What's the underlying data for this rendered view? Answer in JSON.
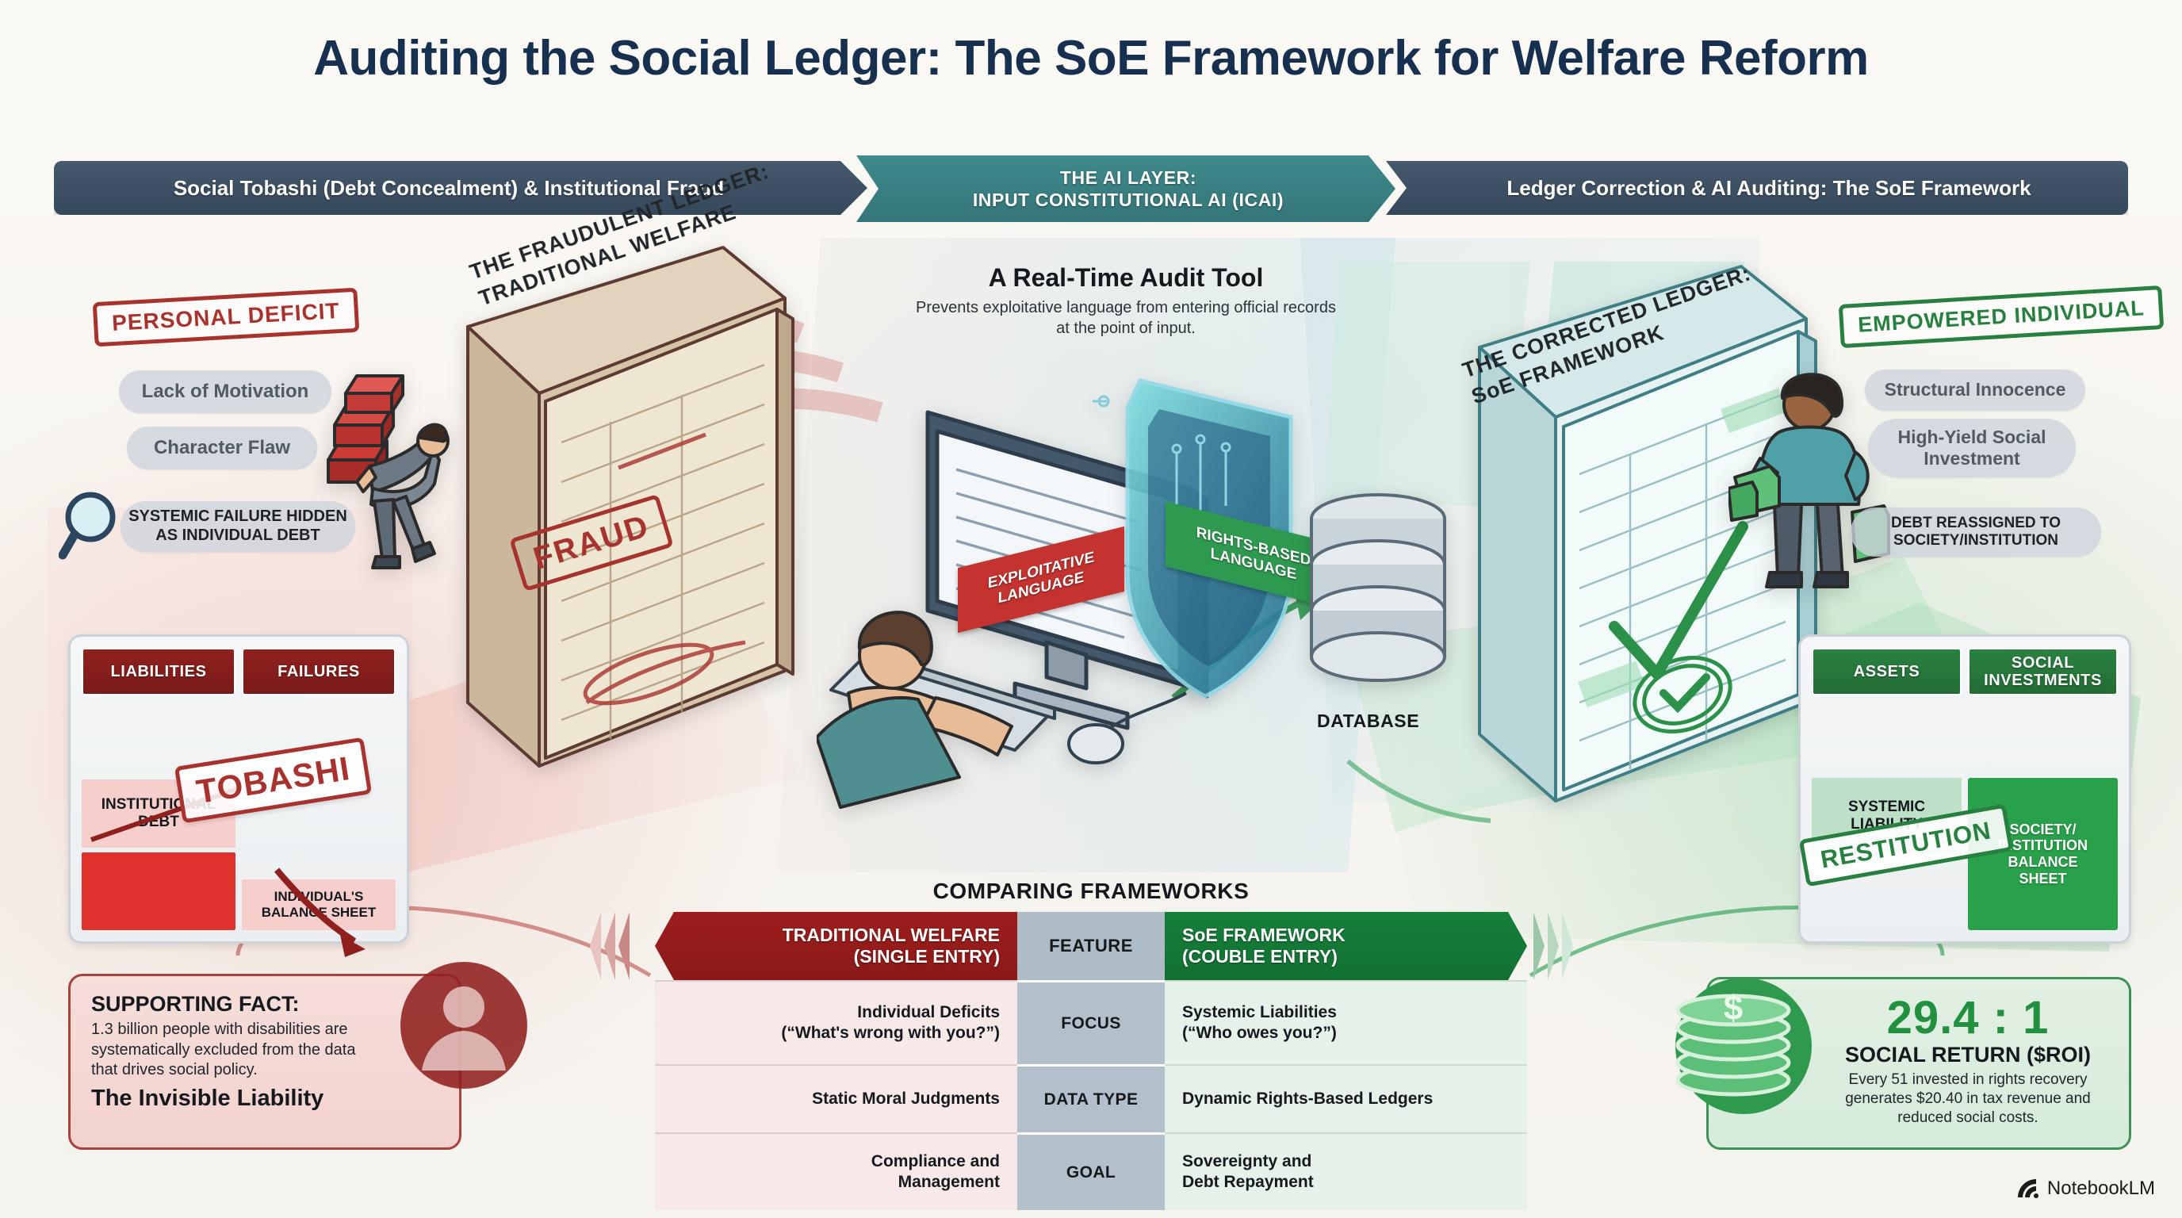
{
  "headline": "Auditing the Social Ledger: The SoE Framework for Welfare Reform",
  "banners": {
    "left": "Social Tobashi (Debt Concealment) & Institutional Fraud",
    "mid_line1": "THE AI LAYER:",
    "mid_line2": "INPUT CONSTITUTIONAL AI (ICAI)",
    "right": "Ledger Correction & AI Auditing: The SoE Framework"
  },
  "left_panel": {
    "stamp": "PERSONAL DEFICIT",
    "pills": [
      "Lack of Motivation",
      "Character Flaw"
    ],
    "callout_line1": "SYSTEMIC FAILURE HIDDEN",
    "callout_line2": "AS INDIVIDUAL DEBT",
    "magnifier_icon": "magnifying-glass-icon",
    "balance_sheet": {
      "head_left": "LIABILITIES",
      "head_right": "FAILURES",
      "cell_left": "INSTITUTIONAL DEBT",
      "stamp": "TOBASHI",
      "cell_right_line1": "INDIVIDUAL'S",
      "cell_right_line2": "BALANCE SHEET"
    },
    "fact": {
      "title": "SUPPORTING FACT:",
      "body": "1.3 billion people with disabilities are systematically excluded from the data that drives social policy.",
      "footer": "The Invisible Liability"
    },
    "book": {
      "title_line1": "THE FRAUDULENT LEDGER:",
      "title_line2": "TRADITIONAL WELFARE",
      "stamp": "FRAUD"
    }
  },
  "center_panel": {
    "title": "A Real-Time Audit Tool",
    "subtitle": "Prevents exploitative language from entering official records at the point of input.",
    "ribbon_red_line1": "EXPLOITATIVE",
    "ribbon_red_line2": "LANGUAGE",
    "ribbon_green_line1": "RIGHTS-BASED",
    "ribbon_green_line2": "LANGUAGE",
    "database_label": "DATABASE",
    "shield_icon": "shield-icon",
    "monitor_icon": "desktop-monitor-icon",
    "keyboard_icon": "keyboard-icon",
    "mouse_icon": "mouse-icon",
    "database_icon": "database-cylinder-icon"
  },
  "right_panel": {
    "stamp": "EMPOWERED INDIVIDUAL",
    "pills": [
      "Structural Innocence",
      "High-Yield Social Investment"
    ],
    "callout_line1": "DEBT REASSIGNED TO",
    "callout_line2": "SOCIETY/INSTITUTION",
    "balance_sheet": {
      "head_left": "ASSETS",
      "head_right_line1": "SOCIAL",
      "head_right_line2": "INVESTMENTS",
      "cell_left_line1": "SYSTEMIC",
      "cell_left_line2": "LIABILITY",
      "stamp": "RESTITUTION",
      "cell_right_line1": "SOCIETY/",
      "cell_right_line2": "INSTITUTION",
      "cell_right_line3": "BALANCE",
      "cell_right_line4": "SHEET"
    },
    "roi": {
      "value": "29.4 : 1",
      "label": "SOCIAL RETURN ($ROI)",
      "body": "Every 51 invested in rights recovery generates $20.40 in tax revenue and reduced social costs.",
      "coin_icon": "coin-stack-icon"
    },
    "book": {
      "title_line1": "THE CORRECTED LEDGER:",
      "title_line2": "SoE FRAMEWORK",
      "check_icon": "check-mark-icon",
      "seal_icon": "approved-seal-icon"
    }
  },
  "comparison": {
    "title": "COMPARING FRAMEWORKS",
    "header": {
      "left_line1": "TRADITIONAL WELFARE",
      "left_line2": "(SINGLE ENTRY)",
      "middle": "FEATURE",
      "right_line1": "SoE FRAMEWORK",
      "right_line2": "(COUBLE ENTRY)"
    },
    "rows": [
      {
        "feature": "FOCUS",
        "left_line1": "Individual Deficits",
        "left_line2": "(“What's wrong with you?”)",
        "right_line1": "Systemic Liabilities",
        "right_line2": "(“Who owes you?”)"
      },
      {
        "feature": "DATA TYPE",
        "left_line1": "Static Moral Judgments",
        "left_line2": "",
        "right_line1": "Dynamic Rights-Based Ledgers",
        "right_line2": ""
      },
      {
        "feature": "GOAL",
        "left_line1": "Compliance and",
        "left_line2": "Management",
        "right_line1": "Sovereignty and",
        "right_line2": "Debt Repayment"
      }
    ]
  },
  "footer": {
    "brand": "NotebookLM",
    "logo_icon": "notebooklm-logo-icon"
  },
  "colors": {
    "navy": "#17304f",
    "banner_dark": "#3b4d60",
    "banner_teal": "#3f8a8c",
    "red": "#a8322e",
    "green": "#27803f",
    "table_red": "#9e1d1c",
    "table_green": "#15803a",
    "pill_gray": "#cdd4dc"
  }
}
